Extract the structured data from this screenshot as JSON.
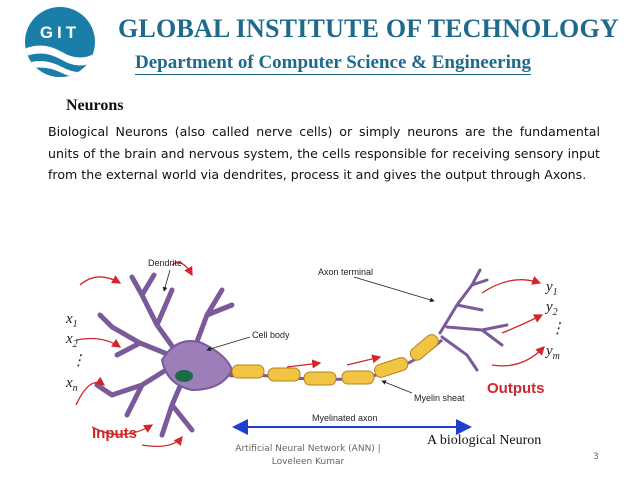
{
  "header": {
    "logo_text": "GIT",
    "institute": "GLOBAL INSTITUTE OF TECHNOLOGY",
    "department": "Department of Computer Science & Engineering"
  },
  "content": {
    "heading": "Neurons",
    "paragraph": "Biological Neurons (also called nerve cells) or simply neurons are the fundamental units of the brain and nervous system, the cells responsible for receiving sensory input from the external world via dendrites, process it and gives the output through Axons."
  },
  "diagram": {
    "labels": {
      "dendrite": "Dendrite",
      "axon_terminal": "Axon terminal",
      "cell_body": "Cell body",
      "myelin_sheat": "Myelin sheat",
      "myelinated_axon": "Myelinated axon",
      "inputs": "Inputs",
      "outputs": "Outputs"
    },
    "inputs": [
      {
        "base": "x",
        "sub": "1"
      },
      {
        "base": "x",
        "sub": "2"
      },
      {
        "base": "x",
        "sub": "n"
      }
    ],
    "outputs": [
      {
        "base": "y",
        "sub": "1"
      },
      {
        "base": "y",
        "sub": "2"
      },
      {
        "base": "y",
        "sub": "m"
      }
    ],
    "vdots": "⋮",
    "caption": "A biological Neuron"
  },
  "footer": {
    "text": "Artificial Neural Network (ANN) | Loveleen Kumar",
    "page_number": "3"
  },
  "colors": {
    "title": "#1d6a8c",
    "neuron": "#7b5a9c",
    "neuron_fill": "#9c7fb9",
    "myelin": "#f2c443",
    "arrow_red": "#d1262b",
    "axon_arrow": "#1f3fd1"
  }
}
